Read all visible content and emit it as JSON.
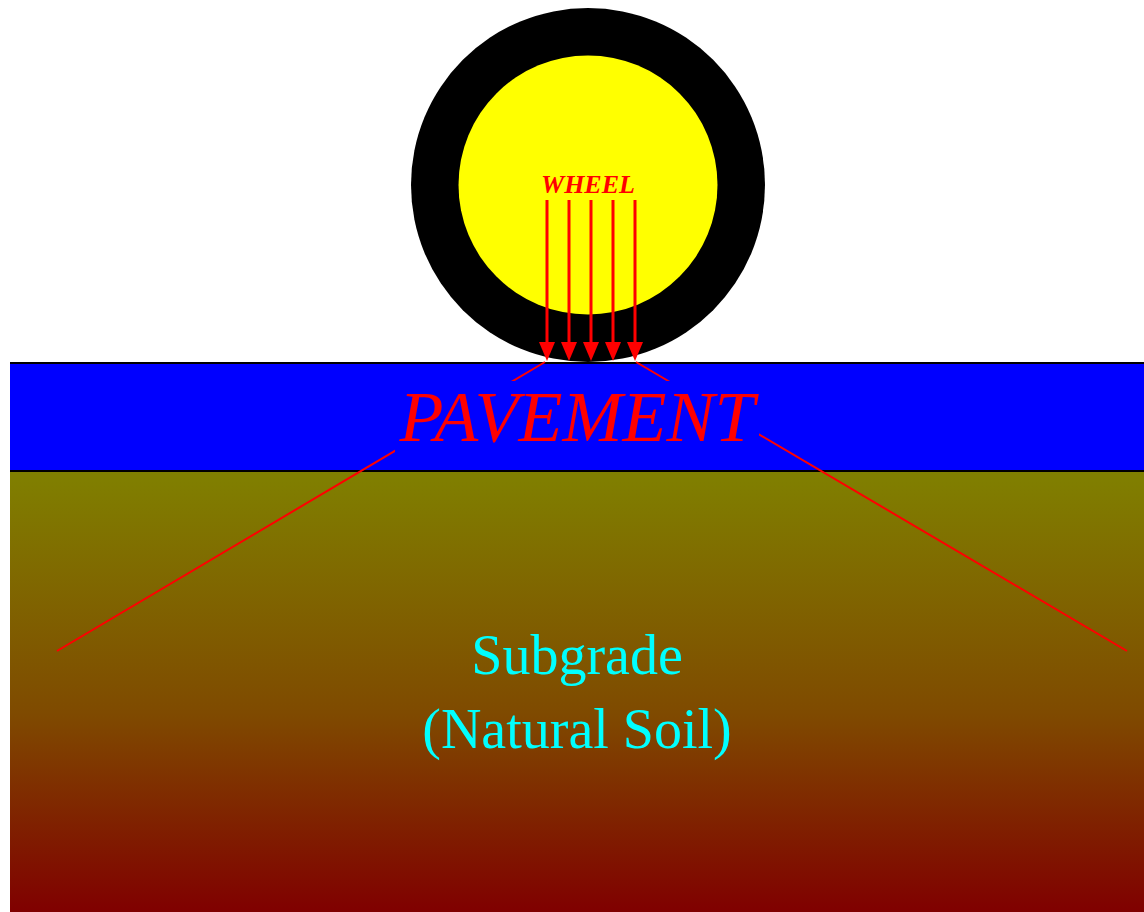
{
  "diagram": {
    "nodes": [
      {
        "text": [
          "WHEEL"
        ]
      },
      {
        "text": [
          "PAVEMENT"
        ]
      },
      {
        "text": [
          "Subgrade (Natural Soil)"
        ]
      }
    ]
  }
}
